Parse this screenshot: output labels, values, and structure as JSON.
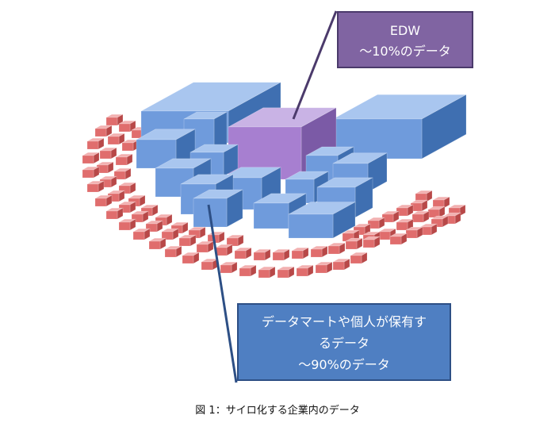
{
  "callouts": {
    "edw": {
      "line1": "EDW",
      "line2": "〜10%のデータ"
    },
    "mart": {
      "line1": "データマートや個人が保有す",
      "line2": "るデータ",
      "line3": "〜90%のデータ"
    }
  },
  "caption": "図 1：サイロ化する企業内のデータ",
  "colors": {
    "blue_top": "#a9c6ef",
    "blue_front": "#6f9bdc",
    "blue_side": "#3f6fb1",
    "purple_top": "#c9b3e5",
    "purple_front": "#a77fd0",
    "purple_side": "#7b5aa6",
    "red_top": "#f2b0b0",
    "red_front": "#e06d6d",
    "red_side": "#b84848",
    "edw_box": "#8064a2",
    "edw_border": "#4b3a6b",
    "mart_box": "#4f7fc2",
    "mart_border": "#2d4f85"
  }
}
